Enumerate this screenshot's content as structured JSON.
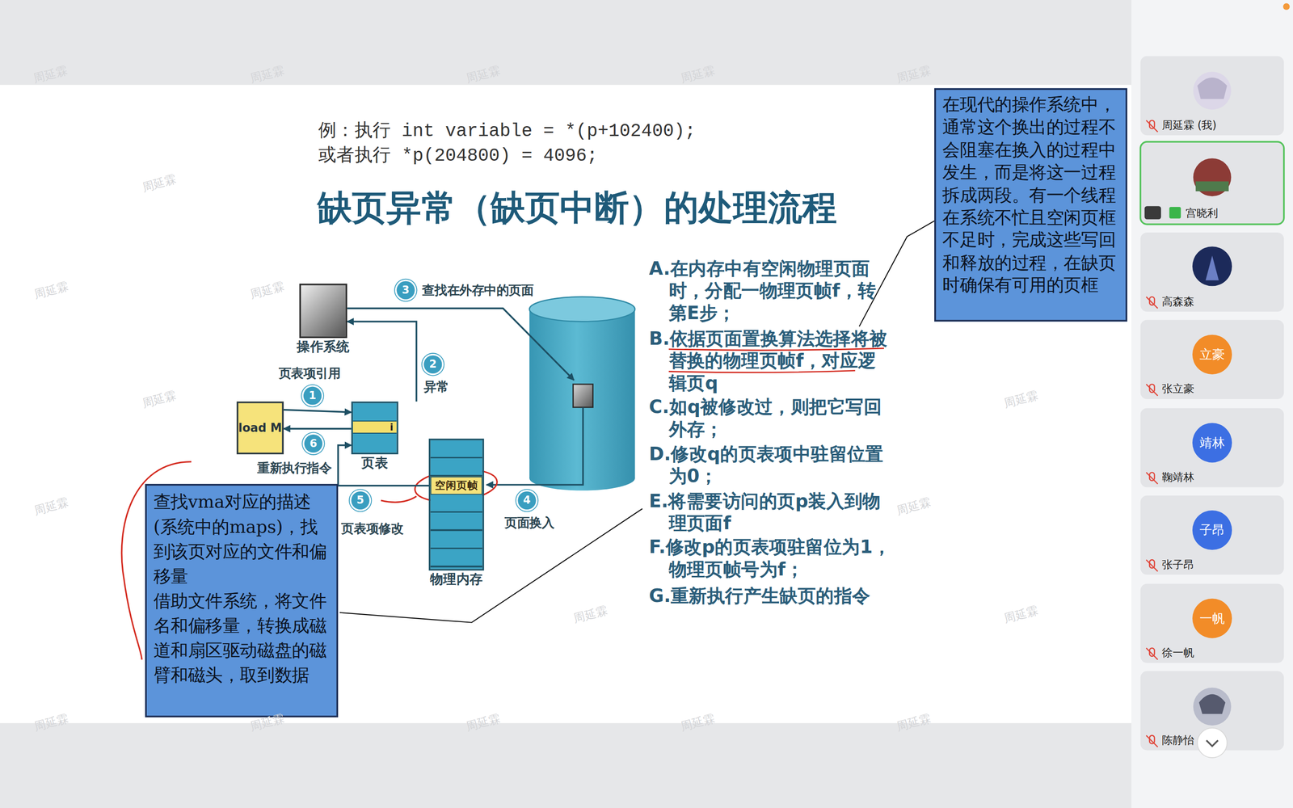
{
  "diagram": {
    "title": "缺页异常（缺页中断）的处理流程",
    "nodes": [
      {
        "text": [
          "操作系统"
        ]
      },
      {
        "text": [
          "load M"
        ]
      },
      {
        "text": [
          "i",
          "页表"
        ]
      },
      {
        "text": [
          "物理内存"
        ]
      },
      {
        "text": [
          "空闲页帧"
        ],
        "in": 3
      },
      {
        "text": [
          "查找vma对应的描述 (系统中的maps)，找到该页对应的文件和偏移量",
          "借助文件系统，将文件名和偏移量，转换成磁道和扇区驱动磁盘的磁臂和磁头，取到数据"
        ]
      },
      {
        "text": [
          "在现代的操作系统中，通常这个换出的过程不会阻塞在换入的过程中发生，而是将这一过程拆成两段。有一个线程在系统不忙且空闲页框不足时，完成这些写回和释放的过程，在缺页时确保有可用的页框"
        ]
      },
      {
        "text": [
          "周延霖 (我)"
        ]
      },
      {
        "text": [
          "宫晓利"
        ]
      },
      {
        "text": [
          "高森森"
        ]
      },
      {
        "text": [
          "张立豪"
        ]
      },
      {
        "text": [
          "立豪"
        ],
        "in": 10
      },
      {
        "text": [
          "鞠靖林"
        ]
      },
      {
        "text": [
          "靖林"
        ],
        "in": 12
      },
      {
        "text": [
          "张子昂"
        ]
      },
      {
        "text": [
          "子昂"
        ],
        "in": 14
      },
      {
        "text": [
          "徐一帆"
        ]
      },
      {
        "text": [
          "一帆"
        ],
        "in": 16
      },
      {
        "text": [
          "陈静怡"
        ]
      }
    ],
    "edges": [
      {
        "from": 1,
        "to": 2,
        "arrow": "to",
        "label": "页表项引用"
      },
      {
        "from": 2,
        "to": 0,
        "arrow": "to",
        "label": "异常"
      },
      {
        "from": 2,
        "to": 1,
        "arrow": "to",
        "label": "重新执行指令"
      },
      {
        "from": 4,
        "to": 2,
        "arrow": "to",
        "label": "页表项修改"
      }
    ],
    "labels": [
      "例：执行 int variable = *(p+102400);",
      "或者执行 *p(204800) = 4096;",
      "3",
      "查找在外存中的页面",
      "1",
      "2",
      "6",
      "5",
      "4",
      "页面换入",
      "A.在内存中有空闲物理页面时，分配一物理页帧f，转第E步；",
      "B.依据页面置换算法选择将被替换的物理页帧f，对应逻辑页q",
      "C.如q被修改过，则把它写回外存；",
      "D.修改q的页表项中驻留位置为0；",
      "E.将需要访问的页p装入到物理页面f",
      "F.修改p的页表项驻留位为1，物理页帧号为f；",
      "G.重新执行产生缺页的指令",
      "周延霖",
      "周延霖",
      "周延霖",
      "周延霖",
      "周延霖",
      "周延霖",
      "周延霖",
      "周延霖",
      "周延霖",
      "周延霖",
      "周延霖",
      "周延霖",
      "周延霖",
      "周延霖",
      "周延霖",
      "周延霖",
      "周延霖",
      "周延霖",
      "周延霖"
    ]
  }
}
